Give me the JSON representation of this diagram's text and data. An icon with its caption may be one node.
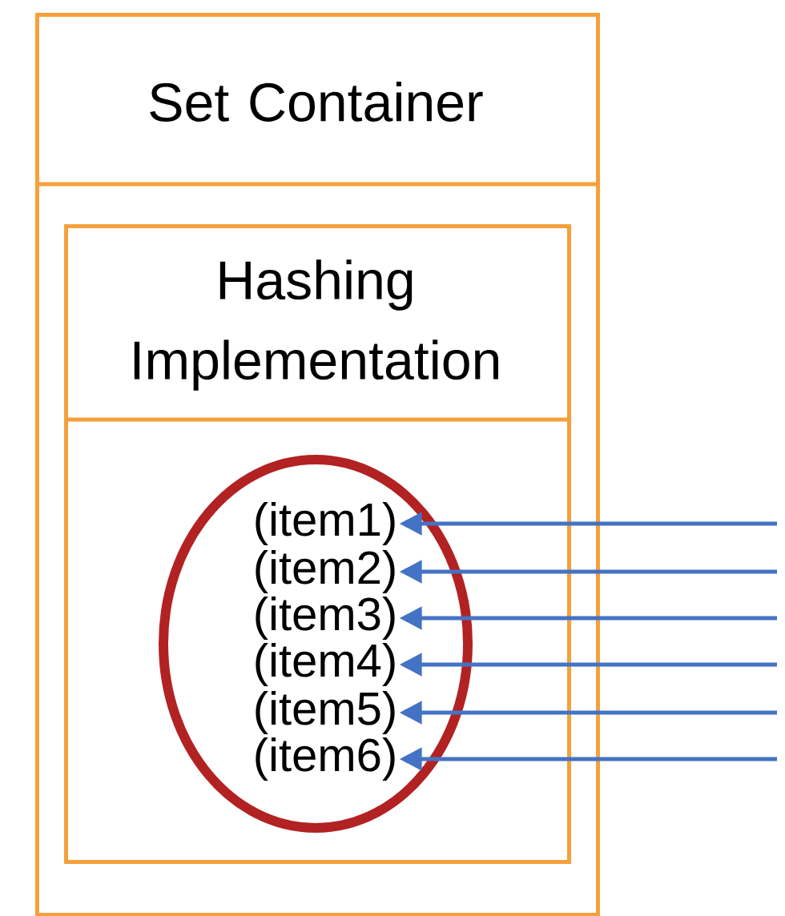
{
  "diagram": {
    "nodes": [
      {
        "text": [
          "Set Container"
        ]
      },
      {
        "text": [
          "Hashing Implementation"
        ],
        "in": 0
      },
      {
        "text": [],
        "shape": "ellipse",
        "in": 1
      },
      {
        "text": [
          "(item1)"
        ],
        "in": 2
      },
      {
        "text": [
          "(item2)"
        ],
        "in": 2
      },
      {
        "text": [
          "(item3)"
        ],
        "in": 2
      },
      {
        "text": [
          "(item4)"
        ],
        "in": 2
      },
      {
        "text": [
          "(item5)"
        ],
        "in": 2
      },
      {
        "text": [
          "(item6)"
        ],
        "in": 2
      }
    ],
    "edges": [
      {
        "from": null,
        "to": 3,
        "arrow": "to"
      },
      {
        "from": null,
        "to": 4,
        "arrow": "to"
      },
      {
        "from": null,
        "to": 5,
        "arrow": "to"
      },
      {
        "from": null,
        "to": 6,
        "arrow": "to"
      },
      {
        "from": null,
        "to": 7,
        "arrow": "to"
      },
      {
        "from": null,
        "to": 8,
        "arrow": "to"
      }
    ]
  }
}
